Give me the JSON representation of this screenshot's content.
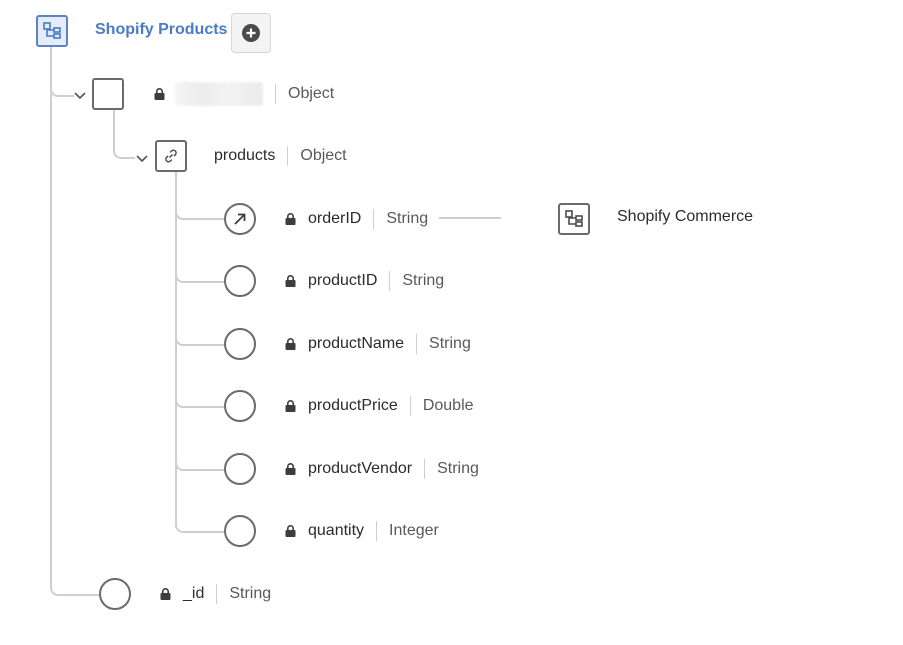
{
  "schema": {
    "title": "Shopify Products",
    "add_icon": "plus-circle-icon",
    "root_icon": "schema-tree-icon"
  },
  "root_object": {
    "name": "",
    "type": "Object",
    "collapsed": false
  },
  "products": {
    "name": "products",
    "type": "Object",
    "icon": "link-icon",
    "fields": [
      {
        "name": "orderID",
        "type": "String",
        "icon": "arrow-up-right-icon",
        "locked": true
      },
      {
        "name": "productID",
        "type": "String",
        "locked": true
      },
      {
        "name": "productName",
        "type": "String",
        "locked": true
      },
      {
        "name": "productPrice",
        "type": "Double",
        "locked": true
      },
      {
        "name": "productVendor",
        "type": "String",
        "locked": true
      },
      {
        "name": "quantity",
        "type": "Integer",
        "locked": true
      }
    ]
  },
  "id_field": {
    "name": "_id",
    "type": "String",
    "locked": true
  },
  "relationship": {
    "target": "Shopify Commerce",
    "icon": "schema-tree-icon"
  }
}
